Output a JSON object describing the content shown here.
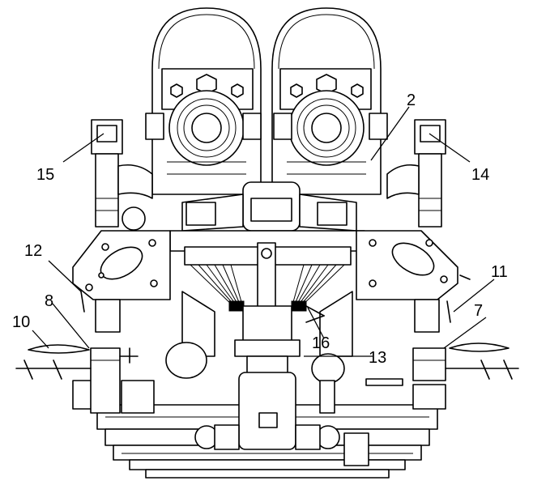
{
  "callouts": [
    {
      "id": "c2",
      "text": "2"
    },
    {
      "id": "c7",
      "text": "7"
    },
    {
      "id": "c8",
      "text": "8"
    },
    {
      "id": "c10",
      "text": "10"
    },
    {
      "id": "c11",
      "text": "11"
    },
    {
      "id": "c12",
      "text": "12"
    },
    {
      "id": "c13",
      "text": "13"
    },
    {
      "id": "c14",
      "text": "14"
    },
    {
      "id": "c15",
      "text": "15"
    },
    {
      "id": "c16",
      "text": "16"
    }
  ],
  "colors": {
    "line": "#000000",
    "background": "#ffffff"
  }
}
